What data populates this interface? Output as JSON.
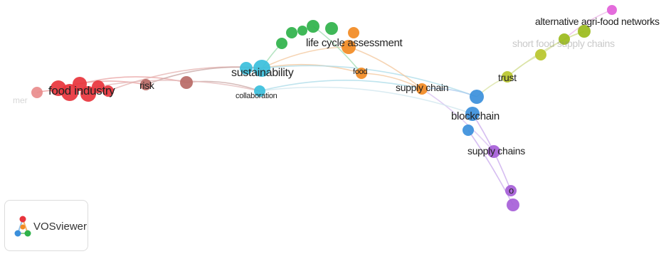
{
  "app": {
    "logo_text": "VOSviewer"
  },
  "network": {
    "labels": {
      "food_industry": "food industry",
      "risk": "risk",
      "sustainability": "sustainability",
      "collaboration": "collaboration",
      "life_cycle_assessment": "life cycle assessment",
      "food": "food",
      "supply_chain": "supply chain",
      "blockchain": "blockchain",
      "supply_chains": "supply chains",
      "o": "o",
      "trust": "trust",
      "short_food_supply_chains": "short food supply chains",
      "alternative_agri_food_networks": "alternative agri-food networks"
    },
    "cluster_colors": {
      "red": "#e8343c",
      "pink": "#e98c8c",
      "brown": "#b86a66",
      "cyan": "#39bfdc",
      "green": "#2fb24a",
      "orange": "#f28a22",
      "blue": "#3b8fdb",
      "purple": "#a65ed8",
      "yellow_green": "#b8c52c",
      "olive": "#9bbb1c",
      "magenta": "#e25fd9"
    }
  }
}
